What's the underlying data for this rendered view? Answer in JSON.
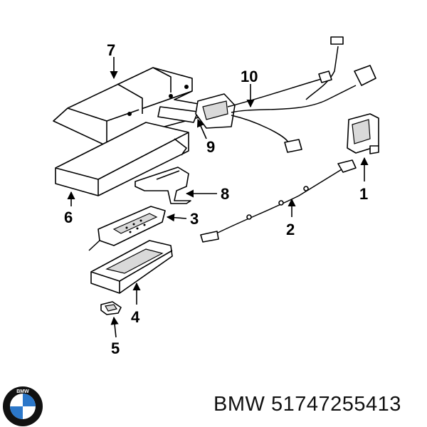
{
  "callouts": {
    "c1": "1",
    "c2": "2",
    "c3": "3",
    "c4": "4",
    "c5": "5",
    "c6": "6",
    "c7": "7",
    "c8": "8",
    "c9": "9",
    "c10": "10"
  },
  "caption": {
    "brand": "BMW",
    "part_number": "51747255413"
  },
  "logo": {
    "text": "BMW",
    "colors": {
      "blue": "#2b77c9",
      "ring": "#111111",
      "white": "#ffffff"
    }
  }
}
